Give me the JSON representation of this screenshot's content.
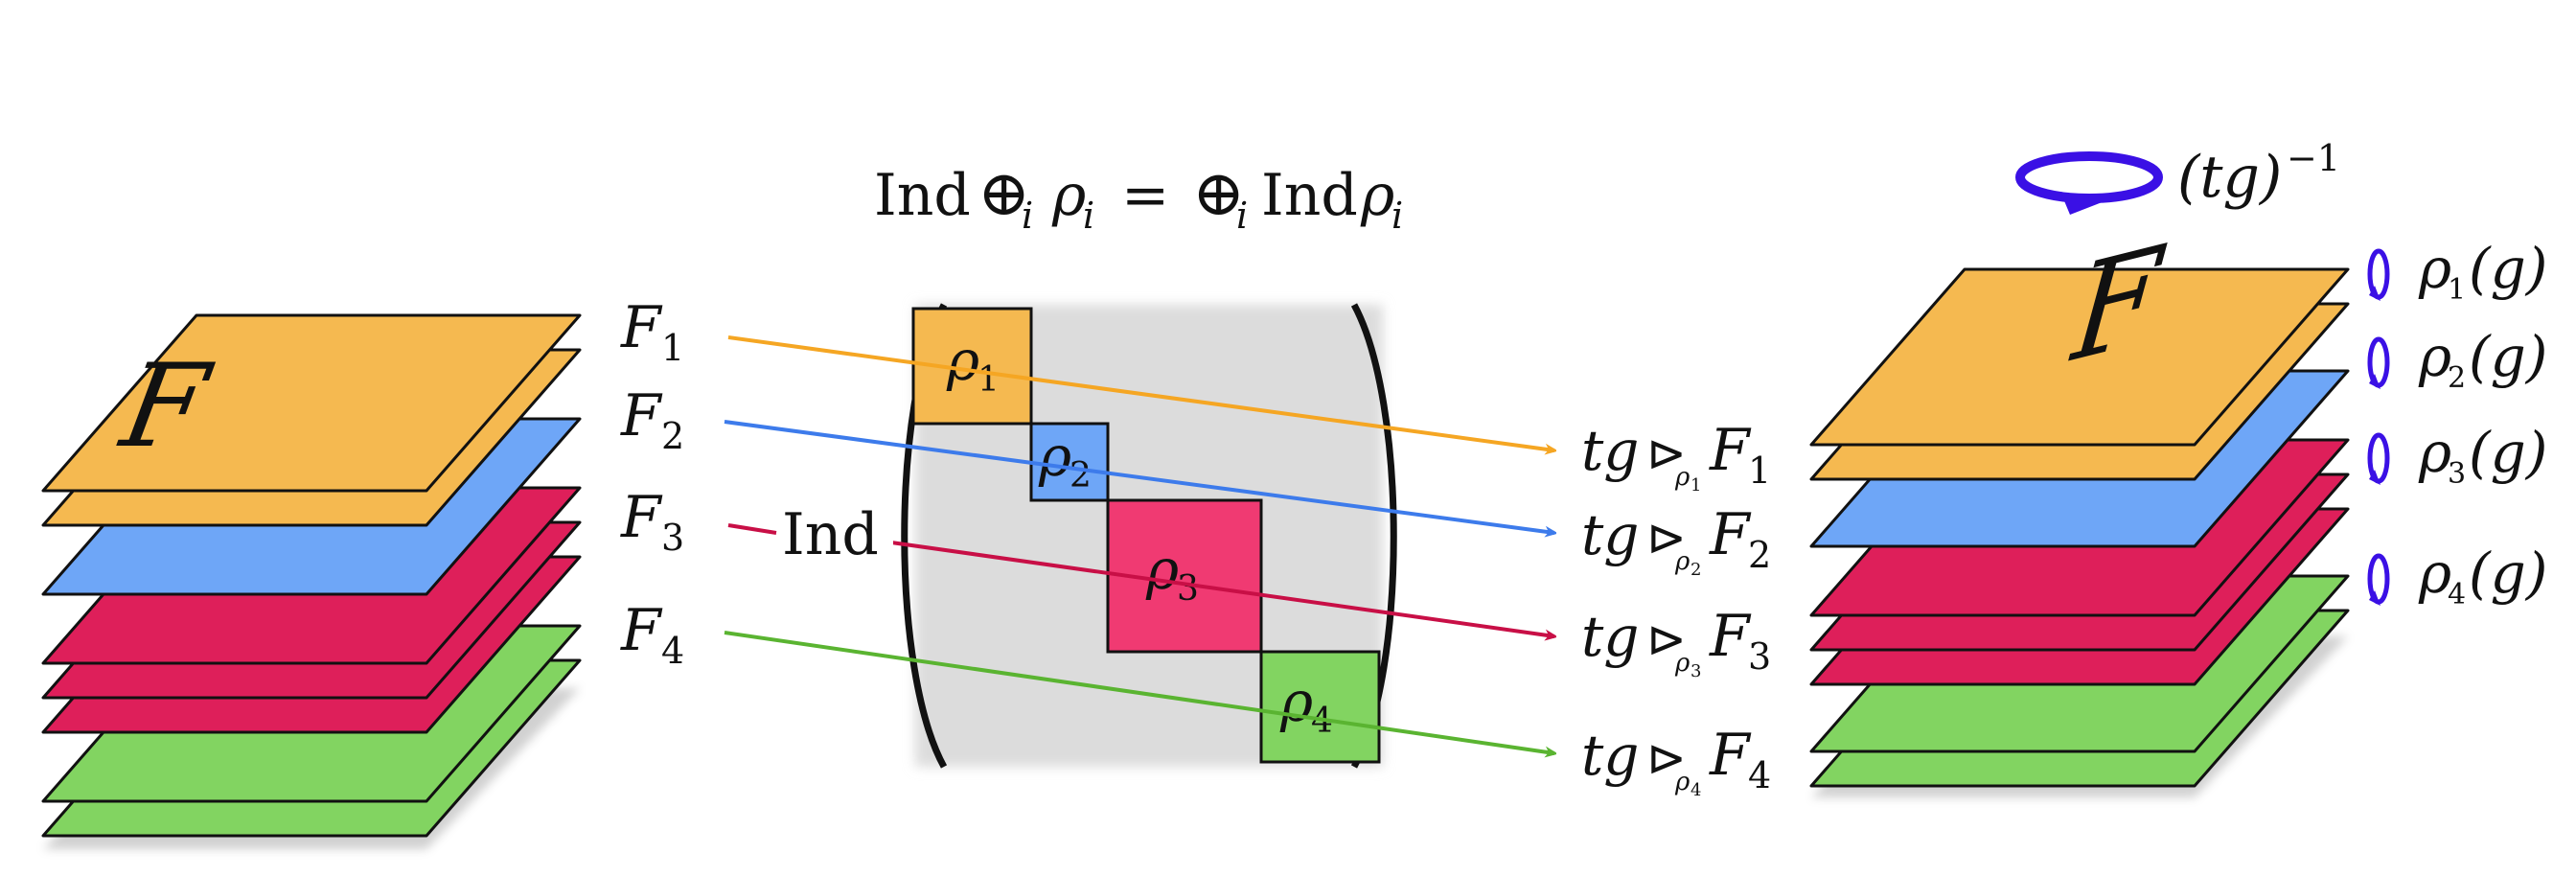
{
  "equation": {
    "ind_left": "Ind",
    "oplus_left": "⊕",
    "sub_left": "i",
    "rho_left": "ρ",
    "rho_sub_left": "i",
    "equals": "=",
    "oplus_right": "⊕",
    "sub_right": "i",
    "ind_right": "Ind",
    "rho_right": "ρ",
    "rho_sub_right": "i"
  },
  "left_stack": {
    "big_label": "F",
    "labels": [
      {
        "letter": "F",
        "sub": "1",
        "color": "#F5A623"
      },
      {
        "letter": "F",
        "sub": "2",
        "color": "#3D7BEB"
      },
      {
        "letter": "F",
        "sub": "3",
        "color": "#C80F46"
      },
      {
        "letter": "F",
        "sub": "4",
        "color": "#5AB431"
      }
    ],
    "layer_colors": [
      "#F5B950",
      "#F5B950",
      "#6EA6F7",
      "#DE1F5A",
      "#DE1F5A",
      "#DE1F5A",
      "#82D461",
      "#82D461"
    ]
  },
  "matrix": {
    "ind_label": "Ind",
    "blocks": [
      {
        "letter": "ρ",
        "sub": "1",
        "color": "#F5B950"
      },
      {
        "letter": "ρ",
        "sub": "2",
        "color": "#6EA6F7"
      },
      {
        "letter": "ρ",
        "sub": "3",
        "color": "#F03A72"
      },
      {
        "letter": "ρ",
        "sub": "4",
        "color": "#82D461"
      }
    ],
    "background_color": "#DCDCDC"
  },
  "outputs": [
    {
      "prefix": "tg",
      "triangle": "⊳",
      "rho": "ρ",
      "rho_sub": "1",
      "F": "F",
      "sub": "1",
      "color": "#F5A623"
    },
    {
      "prefix": "tg",
      "triangle": "⊳",
      "rho": "ρ",
      "rho_sub": "2",
      "F": "F",
      "sub": "2",
      "color": "#3D7BEB"
    },
    {
      "prefix": "tg",
      "triangle": "⊳",
      "rho": "ρ",
      "rho_sub": "3",
      "F": "F",
      "sub": "3",
      "color": "#C80F46"
    },
    {
      "prefix": "tg",
      "triangle": "⊳",
      "rho": "ρ",
      "rho_sub": "4",
      "F": "F",
      "sub": "4",
      "color": "#5AB431"
    }
  ],
  "right_stack": {
    "big_label": "F",
    "rotation_label": "(tg)",
    "rotation_exp": "−1",
    "rotation_color": "#3A10E5",
    "action_labels": [
      {
        "rho": "ρ",
        "sub": "1",
        "arg": "(g)"
      },
      {
        "rho": "ρ",
        "sub": "2",
        "arg": "(g)"
      },
      {
        "rho": "ρ",
        "sub": "3",
        "arg": "(g)"
      },
      {
        "rho": "ρ",
        "sub": "4",
        "arg": "(g)"
      }
    ]
  }
}
